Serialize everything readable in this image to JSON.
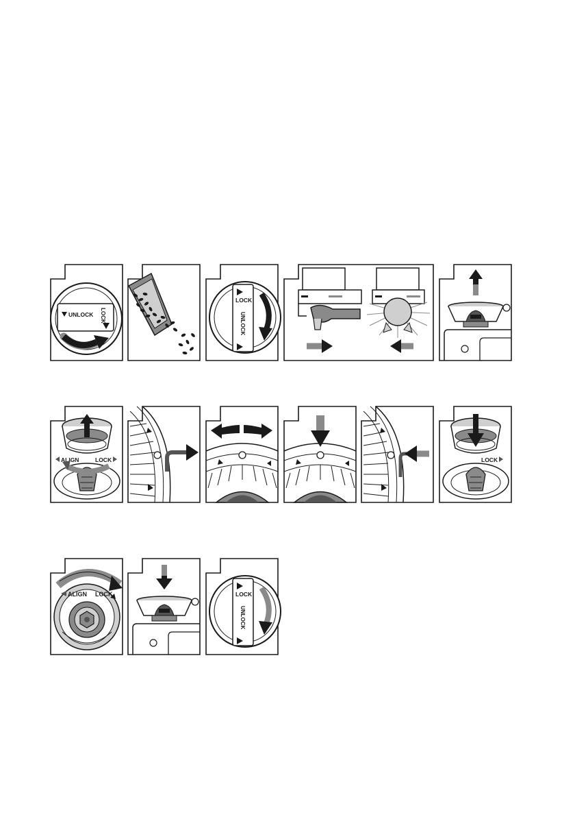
{
  "labels": {
    "unlock": "UNLOCK",
    "lock": "LOCK",
    "align": "ALIGN"
  },
  "colors": {
    "line": "#1a1a1a",
    "mid_gray": "#8a8a8a",
    "light_gray": "#cfcfcf",
    "dark_gray": "#555555"
  }
}
